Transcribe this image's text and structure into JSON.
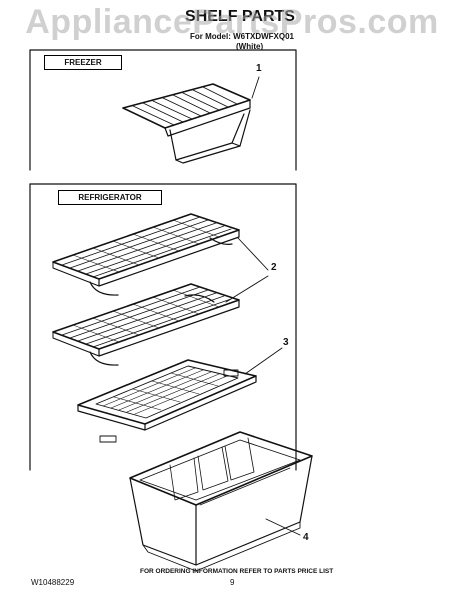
{
  "watermark": "AppliancePartsPros.com",
  "header": {
    "title": "SHELF PARTS",
    "model_line": "For Model: W6TXDWFXQ01",
    "color": "(White)"
  },
  "sections": {
    "freezer_label": "FREEZER",
    "refrigerator_label": "REFRIGERATOR"
  },
  "callouts": [
    "1",
    "2",
    "3",
    "4"
  ],
  "footer": {
    "doc_id": "W10488229",
    "ordering_info": "FOR ORDERING INFORMATION REFER TO PARTS PRICE LIST",
    "page_number": "9"
  }
}
